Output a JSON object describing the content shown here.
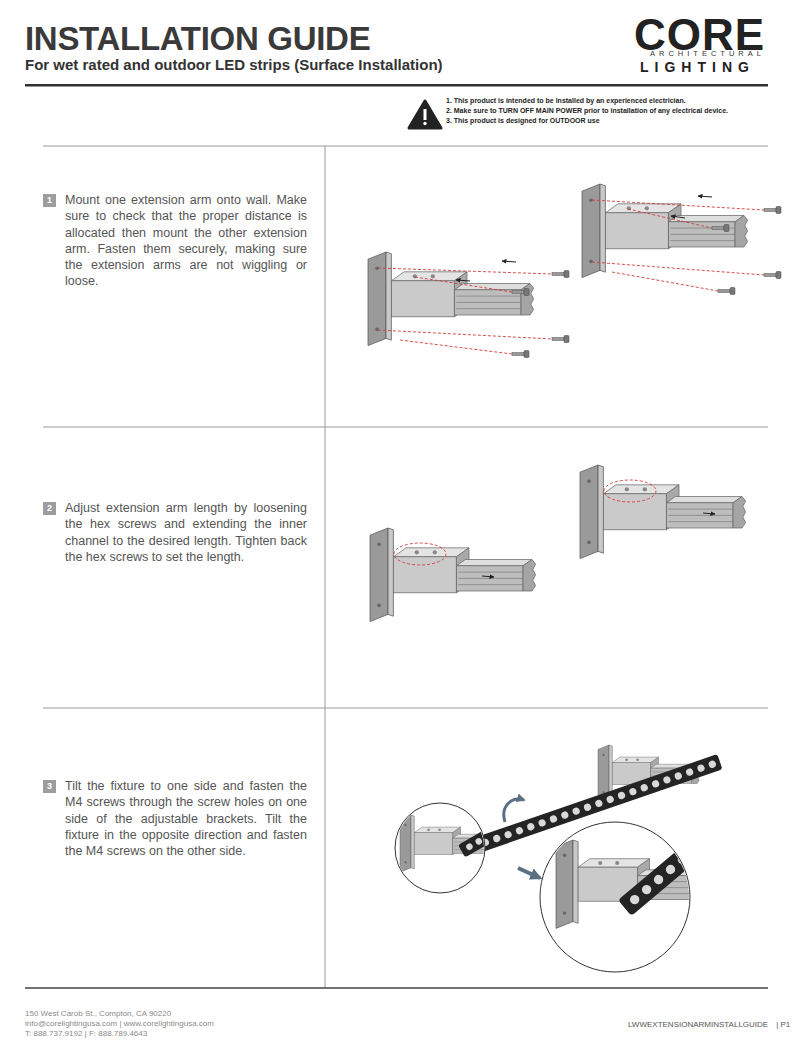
{
  "diagram": {
    "title": "INSTALLATION GUIDE",
    "nodes": [
      {
        "text": [
          "1"
        ]
      },
      {
        "text": [
          "2"
        ]
      },
      {
        "text": [
          "3"
        ]
      }
    ],
    "labels": [
      "For wet rated and outdoor LED strips (Surface Installation)",
      "CORE",
      "ARCHITECTURAL",
      "LIGHTING",
      "1. This product is intended to be installed by an experienced electrician.",
      "2. Make sure to TURN OFF MAIN POWER prior to installation of any electrical device.",
      "3. This product is designed for OUTDOOR use",
      "Mount one extension arm onto wall. Make sure to check that the proper distance is allocated then mount the other extension arm. Fasten them securely, making sure the extension arms are not wiggling or loose.",
      "Adjust extension arm length by loosening the hex screws and extending the inner channel to the desired length. Tighten back the hex screws to set the length.",
      "Tilt the fixture to one side and fasten the M4 screws through the screw holes on one side of the adjustable brackets. Tilt the fixture in the opposite direction and fasten the M4 screws on the other side.",
      "150 West Carob St., Compton, CA 90220",
      "info@corelightingusa.com | www.corelightingusa.com",
      "T: 888.737.9192 | F: 888.789.4643",
      "LWWEXTENSIONARMINSTALLGUIDE",
      "| P1"
    ]
  }
}
